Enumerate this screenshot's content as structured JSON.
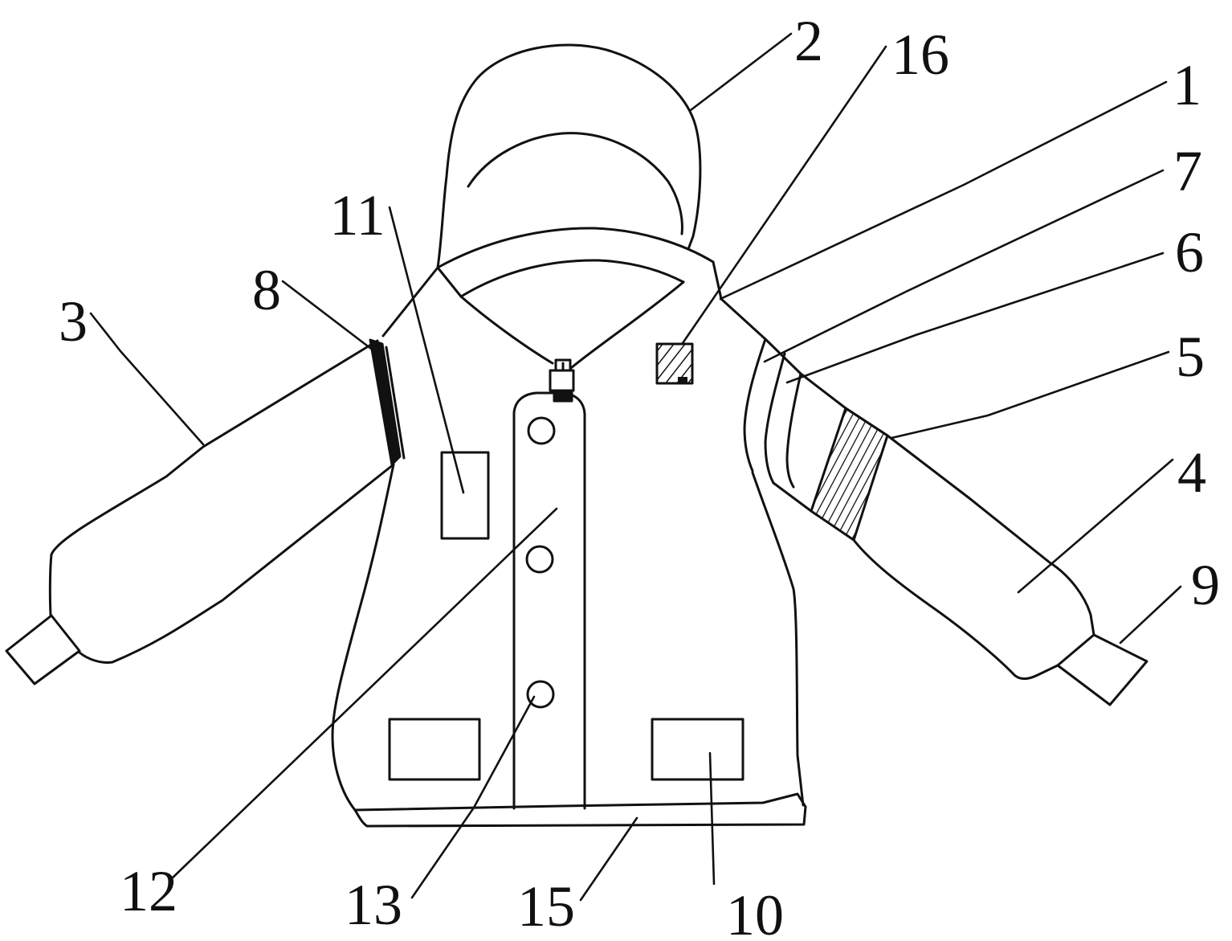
{
  "figure": {
    "kind": "patent line drawing",
    "subject": "hooded jacket technical diagram with numbered callouts",
    "background_color": "#ffffff",
    "line_color": "#111111",
    "label_color": "#111111",
    "labels": [
      {
        "ref": "1",
        "target": "collar-shoulder seam point"
      },
      {
        "ref": "2",
        "target": "hood"
      },
      {
        "ref": "3",
        "target": "left sleeve"
      },
      {
        "ref": "4",
        "target": "right sleeve"
      },
      {
        "ref": "5",
        "target": "hatched band on right sleeve"
      },
      {
        "ref": "6",
        "target": "inner armhole seam line"
      },
      {
        "ref": "7",
        "target": "outer armhole seam line"
      },
      {
        "ref": "8",
        "target": "left shoulder seam wedge"
      },
      {
        "ref": "9",
        "target": "right cuff"
      },
      {
        "ref": "10",
        "target": "right pocket"
      },
      {
        "ref": "11",
        "target": "chest rectangle patch"
      },
      {
        "ref": "12",
        "target": "front placket"
      },
      {
        "ref": "13",
        "target": "placket button"
      },
      {
        "ref": "15",
        "target": "hem"
      },
      {
        "ref": "16",
        "target": "hatched square patch"
      }
    ]
  }
}
